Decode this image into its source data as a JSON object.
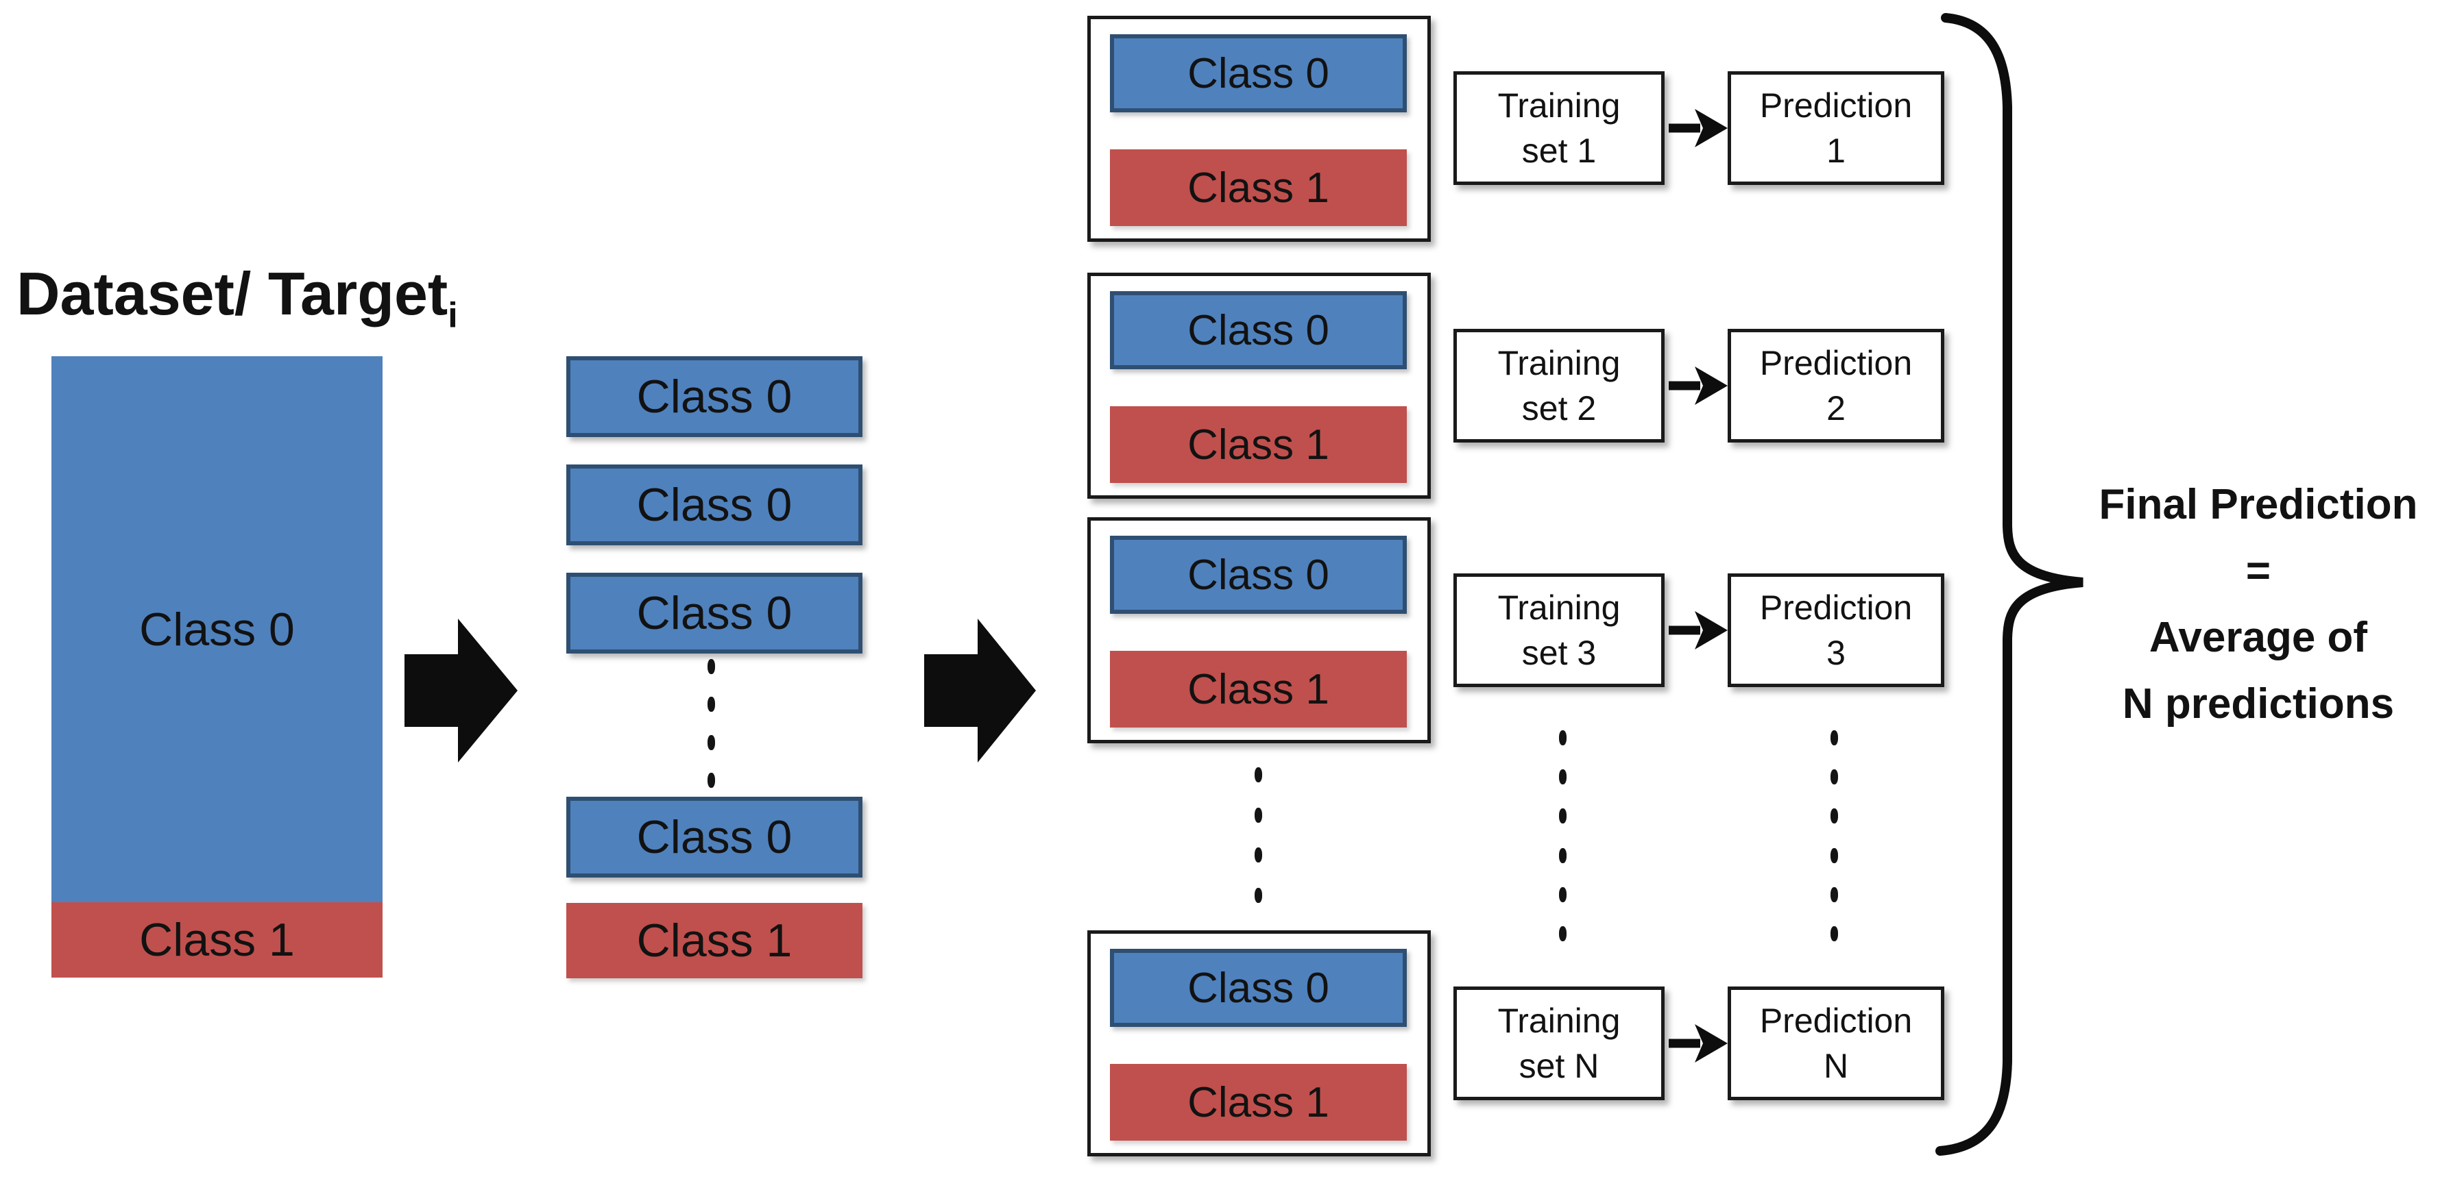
{
  "diagram": {
    "title": {
      "main": "Dataset/ Target",
      "subscript": "i"
    },
    "labels": {
      "class0": "Class 0",
      "class1": "Class 1"
    },
    "colors": {
      "class0_fill": "#4f81bd",
      "class0_border": "#2f4f72",
      "class1_fill": "#c0504d",
      "box_border": "#1a1a1a",
      "ink": "#121212"
    },
    "rows": [
      {
        "training": [
          "Training",
          "set 1"
        ],
        "prediction": [
          "Prediction",
          "1"
        ]
      },
      {
        "training": [
          "Training",
          "set 2"
        ],
        "prediction": [
          "Prediction",
          "2"
        ]
      },
      {
        "training": [
          "Training",
          "set 3"
        ],
        "prediction": [
          "Prediction",
          "3"
        ]
      },
      {
        "training": [
          "Training",
          "set N"
        ],
        "prediction": [
          "Prediction",
          "N"
        ]
      }
    ],
    "final": {
      "line1": "Final Prediction",
      "line2": "=",
      "line3": "Average of",
      "line4": "N predictions"
    }
  }
}
